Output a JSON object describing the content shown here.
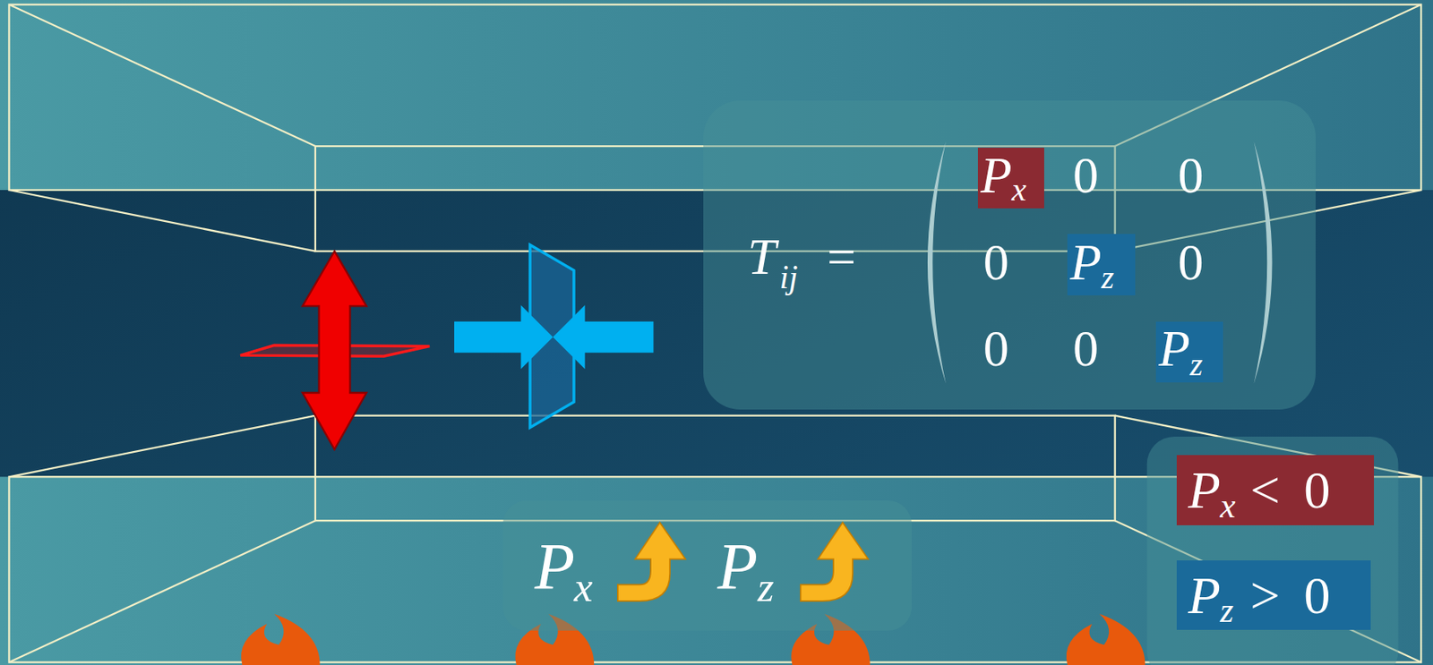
{
  "diagram": {
    "nodes": [
      {
        "text": [
          "T",
          "ij",
          "=",
          "0",
          "0",
          "0",
          "0",
          "0",
          "0"
        ]
      },
      {
        "text": [
          "P",
          "x"
        ],
        "in": 0
      },
      {
        "text": [
          "P",
          "z"
        ],
        "in": 0
      },
      {
        "text": [
          "P",
          "z"
        ],
        "in": 0
      },
      {
        "text": [
          "P",
          "x",
          "P",
          "z"
        ]
      },
      {
        "text": [
          "P",
          "x",
          "< 0"
        ]
      },
      {
        "text": [
          "P",
          "z",
          "> 0"
        ]
      }
    ]
  }
}
